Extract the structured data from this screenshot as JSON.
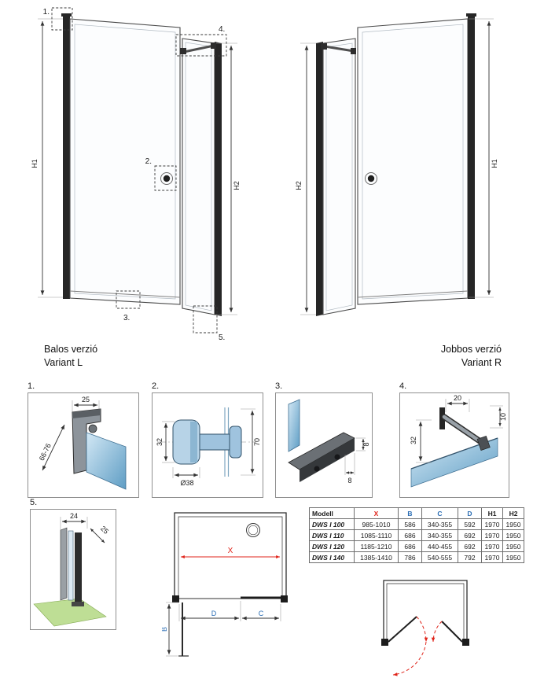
{
  "colors": {
    "accent_red": "#e0251b",
    "accent_blue": "#2a6db4",
    "glass_blue": "#5e9dc4",
    "profile_dark": "#262626",
    "floor_green": "#bede95"
  },
  "variant_l": {
    "label_hu": "Balos verzió",
    "label_en": "Variant L",
    "h1": "H1",
    "h2": "H2",
    "c1": "1.",
    "c2": "2.",
    "c3": "3.",
    "c4": "4.",
    "c5": "5."
  },
  "variant_r": {
    "label_hu": "Jobbos verzió",
    "label_en": "Variant R",
    "h1": "H1",
    "h2": "H2"
  },
  "details": {
    "d1": {
      "label": "1.",
      "dim_width": "25",
      "dim_range": "66-76"
    },
    "d2": {
      "label": "2.",
      "dim_cap": "32",
      "dim_diameter": "Ø38",
      "dim_length": "70"
    },
    "d3": {
      "label": "3.",
      "dim_height": "8",
      "dim_width": "8"
    },
    "d4": {
      "label": "4.",
      "dim_top": "20",
      "dim_right": "10",
      "dim_left": "32"
    },
    "d5": {
      "label": "5.",
      "dim_top": "24",
      "dim_diag": "25"
    }
  },
  "plan": {
    "x": "X",
    "b": "B",
    "c": "C",
    "d": "D"
  },
  "table": {
    "headers": [
      "Modell",
      "X",
      "B",
      "C",
      "D",
      "H1",
      "H2"
    ],
    "rows": [
      [
        "DWS I 100",
        "985-1010",
        "586",
        "340-355",
        "592",
        "1970",
        "1950"
      ],
      [
        "DWS I 110",
        "1085-1110",
        "686",
        "340-355",
        "692",
        "1970",
        "1950"
      ],
      [
        "DWS I 120",
        "1185-1210",
        "686",
        "440-455",
        "692",
        "1970",
        "1950"
      ],
      [
        "DWS I 140",
        "1385-1410",
        "786",
        "540-555",
        "792",
        "1970",
        "1950"
      ]
    ]
  }
}
